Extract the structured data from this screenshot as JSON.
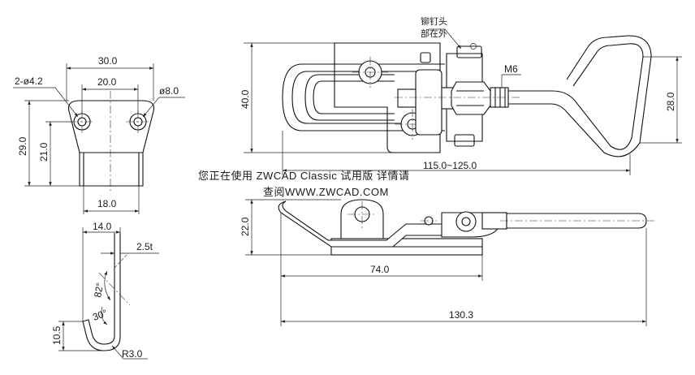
{
  "dimensions": {
    "front": {
      "width_outer": "30.0",
      "width_holes": "20.0",
      "holes_left": "2-ø4.2",
      "hole_right": "ø8.0",
      "height_total": "29.0",
      "height_inner": "21.0",
      "width_bottom": "18.0"
    },
    "side": {
      "width_top": "14.0",
      "thickness": "2.5t",
      "angle_upper": "82°",
      "angle_lower": "30°",
      "height_hook": "10.5",
      "radius": "R3.0"
    },
    "top_view": {
      "height_overall": "40.0",
      "height_loop": "28.0",
      "thread": "M6",
      "length_range": "115.0~125.0",
      "note_line1": "铆钉头",
      "note_line2": "部在外"
    },
    "elevation": {
      "height": "22.0",
      "length_base": "74.0",
      "length_total": "130.3"
    }
  },
  "watermark": {
    "line1": "您正在使用 ZWCAD Classic 试用版 详情请",
    "line2": "查阅WWW.ZWCAD.COM"
  },
  "colors": {
    "line": "#111111",
    "background": "#ffffff"
  }
}
